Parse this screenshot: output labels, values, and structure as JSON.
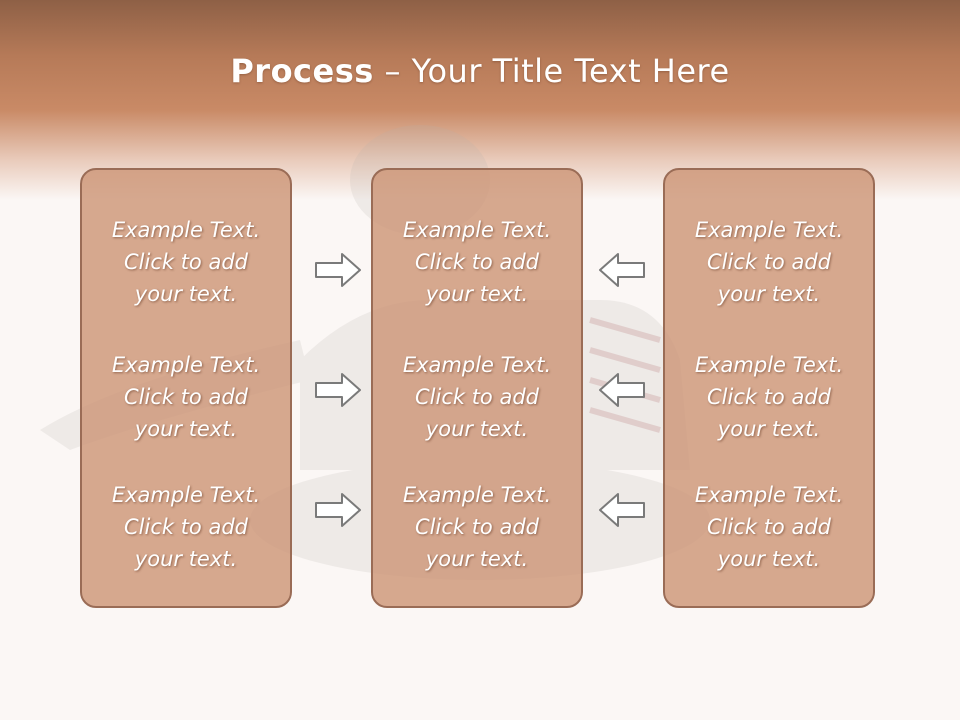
{
  "title": {
    "bold": "Process",
    "rest": " – Your Title Text Here"
  },
  "colors": {
    "header": "#c98a66",
    "panel_fill": "#d6a386",
    "panel_border": "#9a6c56",
    "arrow": "#7a7a7a"
  },
  "columns": [
    {
      "items": [
        {
          "line1": "Example Text.",
          "line2": "Click  to add",
          "line3": "your text."
        },
        {
          "line1": "Example Text.",
          "line2": "Click  to add",
          "line3": "your text."
        },
        {
          "line1": "Example Text.",
          "line2": "Click  to add",
          "line3": "your text."
        }
      ]
    },
    {
      "items": [
        {
          "line1": "Example Text.",
          "line2": "Click  to add",
          "line3": "your text."
        },
        {
          "line1": "Example Text.",
          "line2": "Click  to add",
          "line3": "your text."
        },
        {
          "line1": "Example Text.",
          "line2": "Click  to add",
          "line3": "your text."
        }
      ]
    },
    {
      "items": [
        {
          "line1": "Example Text.",
          "line2": "Click  to add",
          "line3": "your text."
        },
        {
          "line1": "Example Text.",
          "line2": "Click  to add",
          "line3": "your text."
        },
        {
          "line1": "Example Text.",
          "line2": "Click  to add",
          "line3": "your text."
        }
      ]
    }
  ],
  "arrows": {
    "left_group": "right-arrow-icon",
    "right_group": "left-arrow-icon"
  }
}
